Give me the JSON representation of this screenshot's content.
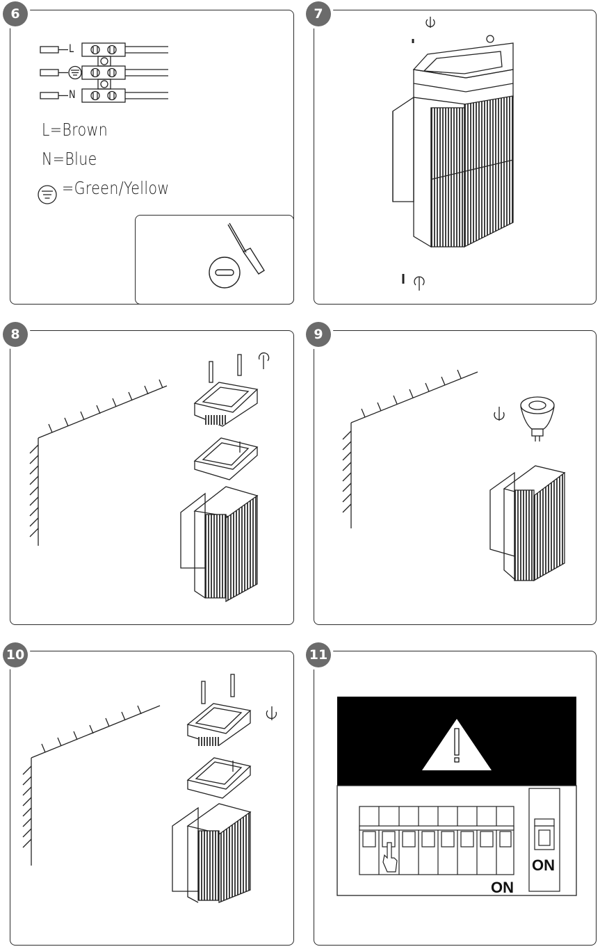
{
  "steps": {
    "s6": "6",
    "s7": "7",
    "s8": "8",
    "s9": "9",
    "s10": "10",
    "s11": "11"
  },
  "wiring": {
    "terminal_l": "L",
    "terminal_n": "N",
    "legend_l": "L=Brown",
    "legend_n": "N=Blue",
    "legend_earth": "=Green/Yellow"
  },
  "power": {
    "breaker_on": "ON",
    "switch_on": "ON"
  },
  "colors": {
    "badge": "#6b6b6b",
    "line": "#2a2a2a",
    "warning_bg": "#000000"
  }
}
